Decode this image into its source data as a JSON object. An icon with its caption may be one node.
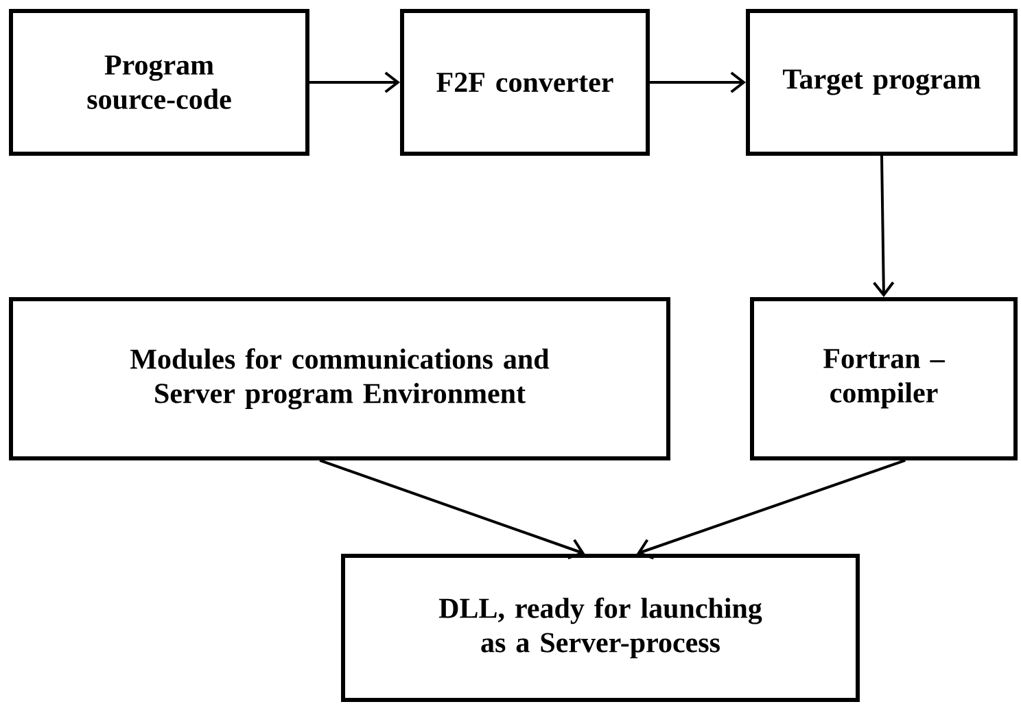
{
  "diagram": {
    "nodes": [
      {
        "text": [
          "Program source-code"
        ]
      },
      {
        "text": [
          "F2F converter"
        ]
      },
      {
        "text": [
          "Target program"
        ]
      },
      {
        "text": [
          "Modules for communications and Server program Environment"
        ]
      },
      {
        "text": [
          "Fortran – compiler"
        ]
      },
      {
        "text": [
          "DLL, ready for launching as a Server-process"
        ]
      }
    ],
    "edges": [
      {
        "from": 0,
        "to": 1,
        "arrow": "to"
      },
      {
        "from": 1,
        "to": 2,
        "arrow": "to"
      },
      {
        "from": 2,
        "to": 4,
        "arrow": "to"
      },
      {
        "from": 3,
        "to": 5,
        "arrow": "to"
      },
      {
        "from": 4,
        "to": 5,
        "arrow": "to"
      }
    ]
  }
}
